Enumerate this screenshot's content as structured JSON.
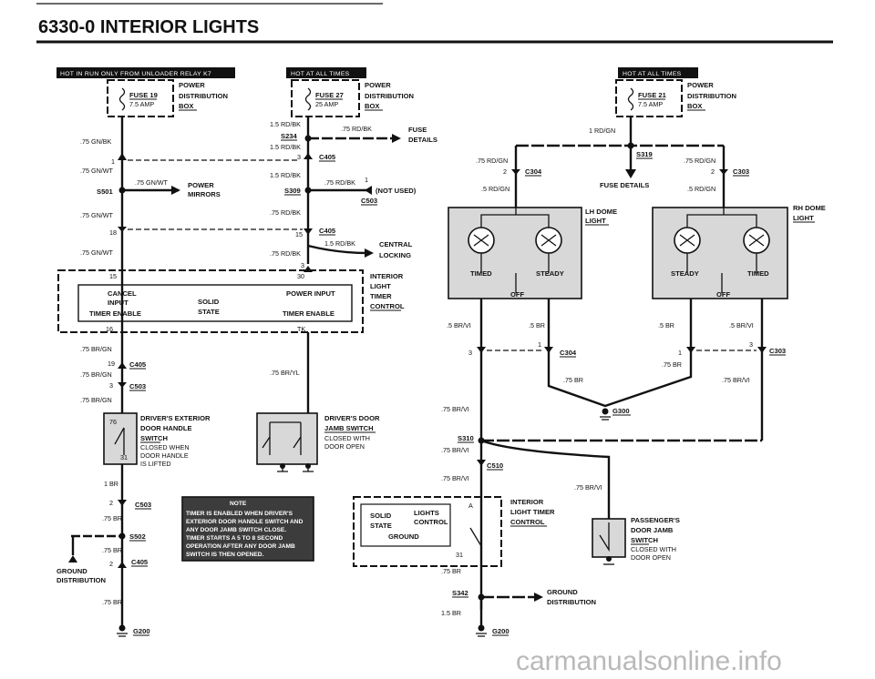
{
  "page": {
    "title": "6330-0   INTERIOR LIGHTS",
    "watermark": "carmanualsonline.info"
  },
  "headers": {
    "run_relay": "HOT IN RUN ONLY FROM UNLOADER RELAY K7",
    "hot_mid": "HOT AT ALL TIMES",
    "hot_right": "HOT AT ALL TIMES"
  },
  "fuse19": {
    "name": "FUSE 19",
    "amp": "7.5 AMP",
    "pd1": "POWER",
    "pd2": "DISTRIBUTION",
    "pd3": "BOX"
  },
  "fuse27": {
    "name": "FUSE 27",
    "amp": "25 AMP",
    "pd1": "POWER",
    "pd2": "DISTRIBUTION",
    "pd3": "BOX"
  },
  "fuse21": {
    "name": "FUSE 21",
    "amp": "7.5 AMP",
    "pd1": "POWER",
    "pd2": "DISTRIBUTION",
    "pd3": "BOX"
  },
  "left": {
    "w_gnbk": ".75 GN/BK",
    "pin1": "1",
    "w_gnwt1": ".75 GN/WT",
    "w_gnwt_h": ".75 GN/WT",
    "s501": "S501",
    "mirrors1": "POWER",
    "mirrors2": "MIRRORS",
    "w_gnwt2": ".75 GN/WT",
    "pin18": "18",
    "w_gnwt3": ".75 GN/WT",
    "pin15": "15",
    "pin30": "30",
    "pin16": "16",
    "pin_tk": "TK",
    "cancel": "CANCEL",
    "input": "INPUT",
    "timer_enable_l": "TIMER ENABLE",
    "solid": "SOLID",
    "state": "STATE",
    "power_input": "POWER INPUT",
    "timer_enable_r": "TIMER ENABLE",
    "itc1": "INTERIOR",
    "itc2": "LIGHT",
    "itc3": "TIMER",
    "itc4": "CONTROL",
    "w_brgn1": ".75 BR/GN",
    "pin19": "19",
    "c405b": "C405",
    "w_brgn2": ".75 BR/GN",
    "pin3": "3",
    "c503a": "C503",
    "w_brgn3": ".75 BR/GN",
    "pin76": "76",
    "pin31": "31",
    "dh1": "DRIVER'S EXTERIOR",
    "dh2": "DOOR HANDLE",
    "dh3": "SWITCH",
    "dh4": "CLOSED WHEN",
    "dh5": "DOOR HANDLE",
    "dh6": "IS LIFTED",
    "w_1br": "1 BR",
    "pin2a": "2",
    "c503b": "C503",
    "w_75br_a": ".75 BR",
    "s502": "S502",
    "w_75br_b": ".75 BR",
    "pin2b": "2",
    "c405c": "C405",
    "gd1": "GROUND",
    "gd2": "DISTRIBUTION",
    "w_75br_c": ".75 BR",
    "g200": "G200"
  },
  "mid": {
    "w_rdbk1": "1.5 RD/BK",
    "s234": "S234",
    "w_rdbk_h": ".75 RD/BK",
    "fuse_details1": "FUSE",
    "fuse_details2": "DETAILS",
    "w_rdbk2": "1.5 RD/BK",
    "pin3": "3",
    "c405": "C405",
    "w_rdbk3": "1.5 RD/BK",
    "s309": "S309",
    "w_rdbk4": ".75 RD/BK",
    "pin1": "1",
    "not_used": "(NOT USED)",
    "c503": "C503",
    "w_rdbk5": ".75 RD/BK",
    "pin15": "15",
    "c405b": "C405",
    "w_rdbk6": "1.5 RD/BK",
    "cl1": "CENTRAL",
    "cl2": "LOCKING",
    "w_rdbk7": ".75 RD/BK",
    "pin3b": "3",
    "w_bryl": ".75 BR/YL",
    "dj1": "DRIVER'S DOOR",
    "dj2": "JAMB SWITCH",
    "dj3": "CLOSED WITH",
    "dj4": "DOOR OPEN"
  },
  "note": {
    "heading": "NOTE",
    "l1": "TIMER IS ENABLED WHEN DRIVER'S",
    "l2": "EXTERIOR DOOR HANDLE SWITCH AND",
    "l3": "ANY DOOR JAMB SWITCH CLOSE.",
    "l4": "TIMER STARTS A 5 TO 8 SECOND",
    "l5": "OPERATION AFTER ANY DOOR JAMB",
    "l6": "SWITCH IS THEN OPENED."
  },
  "right": {
    "w_1rdgn": "1 RD/GN",
    "s319": "S319",
    "w_rdgn_l": ".75 RD/GN",
    "w_rdgn_r": ".75 RD/GN",
    "pin2l": "2",
    "c304": "C304",
    "pin2r": "2",
    "c303": "C303",
    "fuse_details": "FUSE DETAILS",
    "w_5rdgn_l": ".5 RD/GN",
    "w_5rdgn_r": ".5 RD/GN",
    "lh1": "LH DOME",
    "lh2": "LIGHT",
    "rh1": "RH DOME",
    "rh2": "LIGHT",
    "timed": "TIMED",
    "steady": "STEADY",
    "off": "OFF",
    "timed_r": "TIMED",
    "steady_r": "STEADY",
    "off_r": "OFF",
    "w_5brvi_1": ".5 BR/VI",
    "w_5br_1": ".5 BR",
    "w_5br_2": ".5 BR",
    "w_5brvi_2": ".5 BR/VI",
    "pin3l": "3",
    "pin1l": "1",
    "c304b": "C304",
    "pin1r": "1",
    "pin3r": "3",
    "c303b": "C303",
    "w_75br_r": ".75 BR",
    "w_75br_m": ".75 BR",
    "w_75brvi_m": ".75 BR/VI",
    "w_75brvi_a": ".75 BR/VI",
    "g300": "G300",
    "s310": "S310",
    "w_75brvi_b": ".75 BR/VI",
    "c510": "C510",
    "w_75brvi_c": ".75 BR/VI",
    "w_75brvi_d": ".75 BR/VI",
    "solid": "SOLID",
    "state": "STATE",
    "lights": "LIGHTS",
    "control": "CONTROL",
    "ground": "GROUND",
    "pinA": "A",
    "pin31": "31",
    "ilt1": "INTERIOR",
    "ilt2": "LIGHT TIMER",
    "ilt3": "CONTROL",
    "ps1": "PASSENGER'S",
    "ps2": "DOOR JAMB",
    "ps3": "SWITCH",
    "ps4": "CLOSED WITH",
    "ps5": "DOOR OPEN",
    "w_75br_s": ".75 BR",
    "s342": "S342",
    "gd1": "GROUND",
    "gd2": "DISTRIBUTION",
    "w_15br": "1.5 BR",
    "g200": "G200"
  }
}
